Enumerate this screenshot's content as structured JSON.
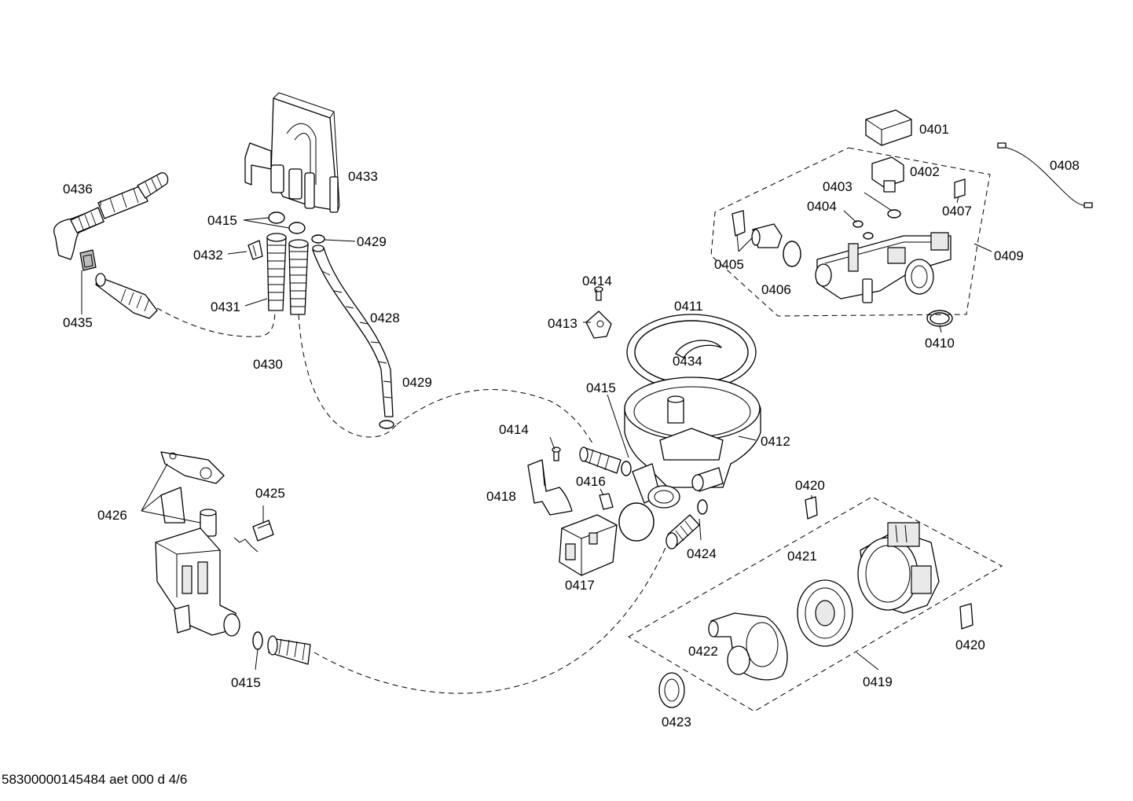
{
  "labels": {
    "p0401": "0401",
    "p0402": "0402",
    "p0403": "0403",
    "p0404": "0404",
    "p0405": "0405",
    "p0406": "0406",
    "p0407": "0407",
    "p0408": "0408",
    "p0409": "0409",
    "p0410": "0410",
    "p0411": "0411",
    "p0412": "0412",
    "p0413": "0413",
    "p0414a": "0414",
    "p0414b": "0414",
    "p0415a": "0415",
    "p0415b": "0415",
    "p0415c": "0415",
    "p0416": "0416",
    "p0417": "0417",
    "p0418": "0418",
    "p0419": "0419",
    "p0420a": "0420",
    "p0420b": "0420",
    "p0421": "0421",
    "p0422": "0422",
    "p0423": "0423",
    "p0424": "0424",
    "p0425": "0425",
    "p0426": "0426",
    "p0428": "0428",
    "p0429a": "0429",
    "p0429b": "0429",
    "p0430": "0430",
    "p0431": "0431",
    "p0432": "0432",
    "p0433": "0433",
    "p0434": "0434",
    "p0435": "0435",
    "p0436": "0436"
  },
  "footer": "58300000145484 aet 000 d 4/6"
}
